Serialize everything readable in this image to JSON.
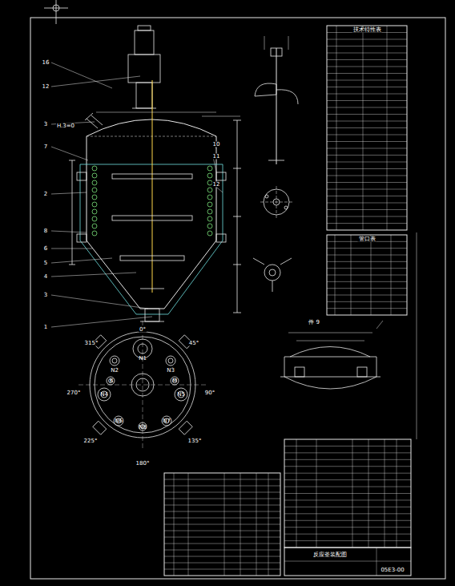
{
  "diagram": {
    "labels": [
      "H.3=0",
      "16",
      "12",
      "3",
      "7",
      "2",
      "8",
      "6",
      "5",
      "4",
      "3",
      "1",
      "10",
      "11",
      "12",
      "0°",
      "315°",
      "45°",
      "270°",
      "90°",
      "225°",
      "180°",
      "135°",
      "N1",
      "N2",
      "N3",
      "N4",
      "N5",
      "N6",
      "N7",
      "N8",
      "K",
      "M",
      "件 9",
      "技术特性表",
      "管口表",
      "反应釜装配图",
      "05E3-00"
    ]
  }
}
